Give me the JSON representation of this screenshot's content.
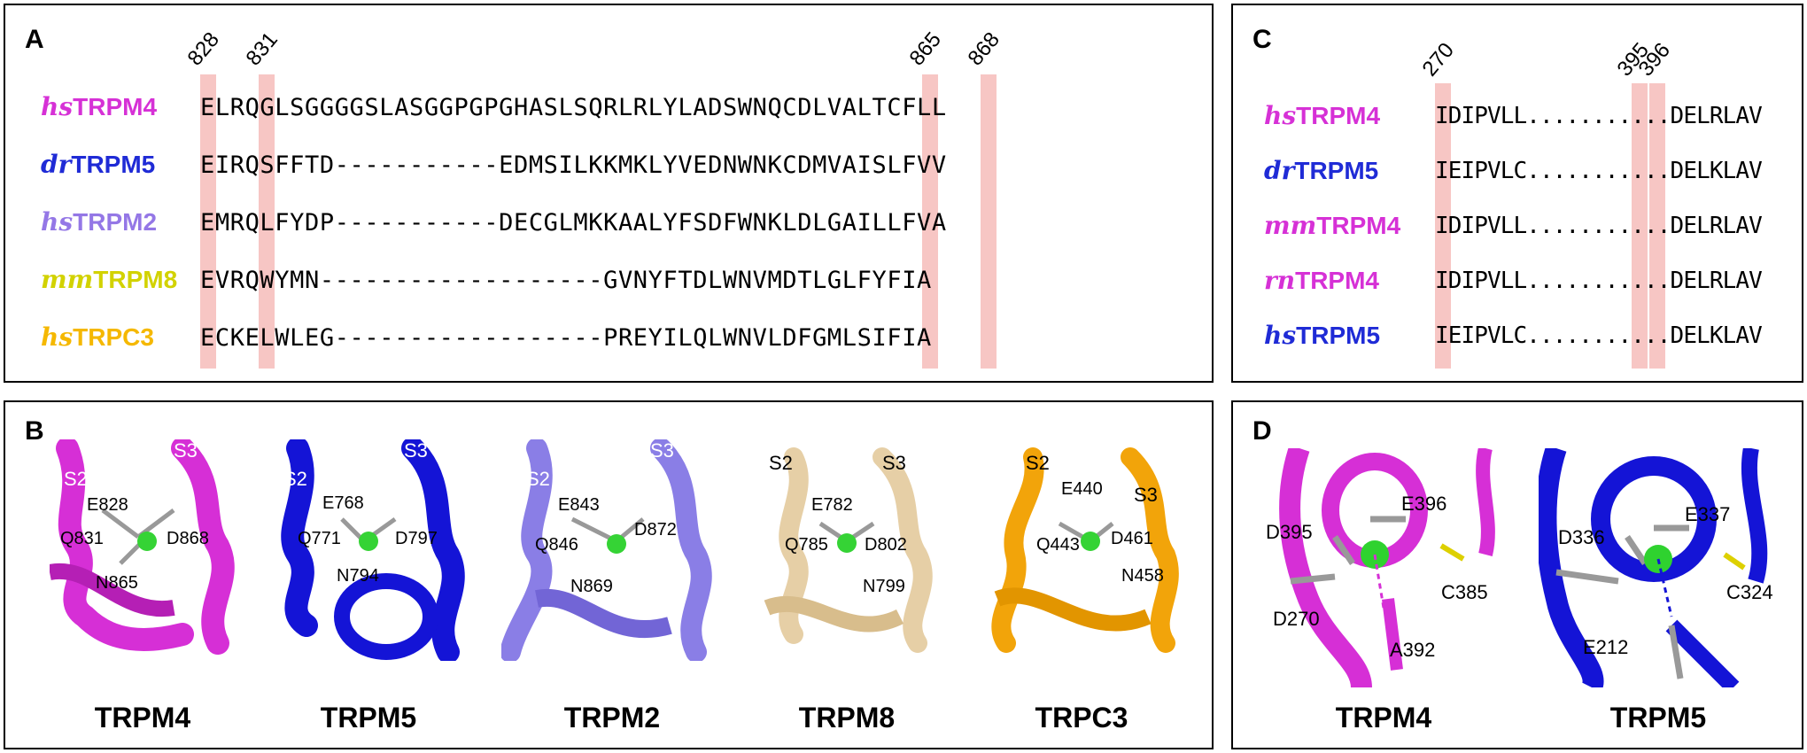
{
  "panel_a": {
    "label": "A",
    "positions": [
      "828",
      "831",
      "865",
      "868"
    ],
    "rows": [
      {
        "prefix": "hs",
        "name": "TRPM4",
        "color": "#d631d6",
        "sequence": "ELRQGLSGGGGSLASGGPGPGHASLSQRLRLYLADSWNQCDLVALTCFLL"
      },
      {
        "prefix": "dr",
        "name": "TRPM5",
        "color": "#1f2bd6",
        "sequence": "EIRQSFFTD-----------EDMSILKKMKLYVEDNWNKCDMVAISLFVV"
      },
      {
        "prefix": "hs",
        "name": "TRPM2",
        "color": "#9477e6",
        "sequence": "EMRQLFYDP-----------DECGLMKKAALYFSDFWNKLDLGAILLFVA"
      },
      {
        "prefix": "mm",
        "name": "TRPM8",
        "color": "#d2d200",
        "sequence": "EVRQWYMN-------------------GVNYFTDLWNVMDTLGLFYFIA"
      },
      {
        "prefix": "hs",
        "name": "TRPC3",
        "color": "#f5b800",
        "sequence": "ECKELWLEG------------------PREYILQLWNVLDFGMLSIFIA"
      }
    ]
  },
  "panel_c": {
    "label": "C",
    "positions": [
      "270",
      "395",
      "396"
    ],
    "rows": [
      {
        "prefix": "hs",
        "name": "TRPM4",
        "color": "#d631d6",
        "sequence": "IDIPVLL...........DELRLAV"
      },
      {
        "prefix": "dr",
        "name": "TRPM5",
        "color": "#1f2bd6",
        "sequence": "IEIPVLC...........DELKLAV"
      },
      {
        "prefix": "mm",
        "name": "TRPM4",
        "color": "#d631d6",
        "sequence": "IDIPVLL...........DELRLAV"
      },
      {
        "prefix": "rn",
        "name": "TRPM4",
        "color": "#d631d6",
        "sequence": "IDIPVLL...........DELRLAV"
      },
      {
        "prefix": "hs",
        "name": "TRPM5",
        "color": "#1f2bd6",
        "sequence": "IEIPVLC...........DELKLAV"
      }
    ]
  },
  "panel_b": {
    "label": "B",
    "structures": [
      {
        "title": "TRPM4",
        "color": "#d62fd6",
        "helix_labels": [
          "S2",
          "S3"
        ],
        "residues": [
          "E828",
          "Q831",
          "D868",
          "N865"
        ]
      },
      {
        "title": "TRPM5",
        "color": "#1414d6",
        "helix_labels": [
          "S2",
          "S3"
        ],
        "residues": [
          "E768",
          "Q771",
          "D797",
          "N794"
        ]
      },
      {
        "title": "TRPM2",
        "color": "#8a7ee6",
        "helix_labels": [
          "S2",
          "S3"
        ],
        "residues": [
          "E843",
          "Q846",
          "D872",
          "N869"
        ]
      },
      {
        "title": "TRPM8",
        "color": "#e6cfa6",
        "helix_labels": [
          "S2",
          "S3"
        ],
        "residues": [
          "E782",
          "Q785",
          "D802",
          "N799"
        ]
      },
      {
        "title": "TRPC3",
        "color": "#f2a40a",
        "helix_labels": [
          "S2",
          "S3"
        ],
        "residues": [
          "E440",
          "Q443",
          "D461",
          "N458"
        ]
      }
    ]
  },
  "panel_d": {
    "label": "D",
    "structures": [
      {
        "title": "TRPM4",
        "color": "#d62fd6",
        "residues": [
          "E396",
          "D395",
          "C385",
          "D270",
          "A392"
        ]
      },
      {
        "title": "TRPM5",
        "color": "#1414d6",
        "residues": [
          "E337",
          "D336",
          "C324",
          "E212"
        ]
      }
    ]
  }
}
